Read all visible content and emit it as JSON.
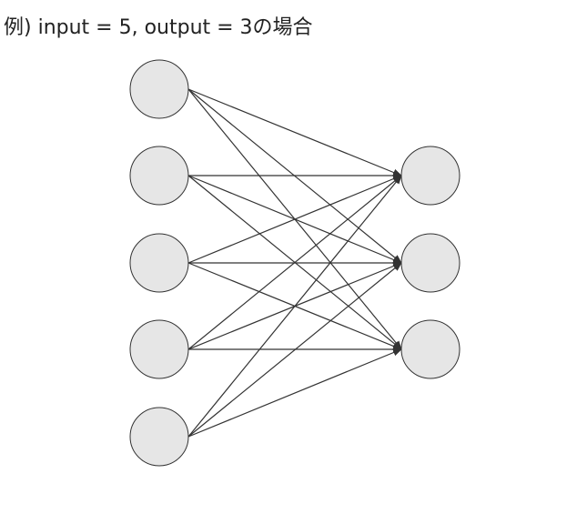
{
  "caption": "例) input = 5, output = 3の場合",
  "network": {
    "input_count": 5,
    "output_count": 3,
    "node_fill": "#e6e6e6",
    "node_stroke": "#333333",
    "edge_color": "#333333",
    "fully_connected": true,
    "arrows": true
  }
}
